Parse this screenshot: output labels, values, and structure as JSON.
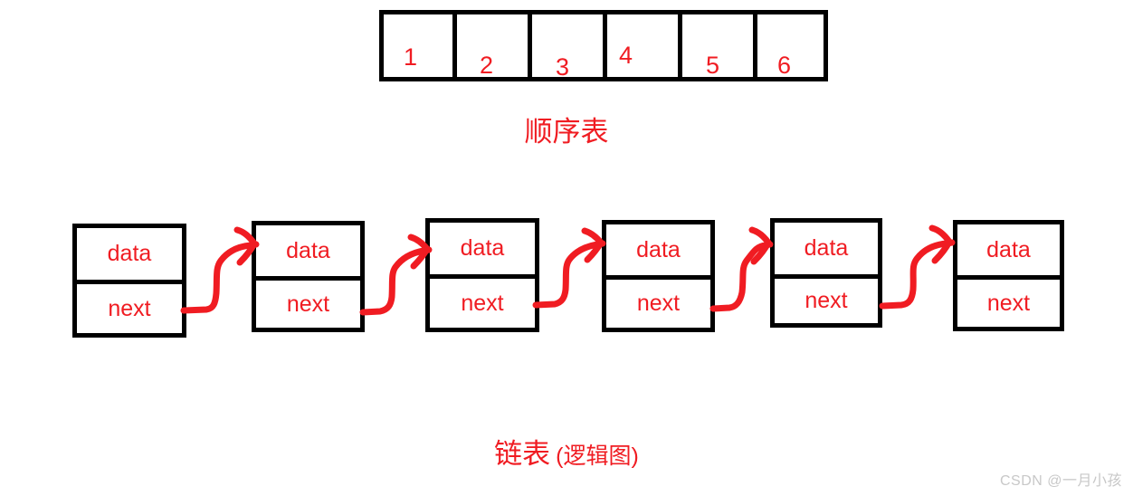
{
  "theme": {
    "ink_red": "#F01C22",
    "ink_black": "#000000",
    "background": "#FFFFFF",
    "watermark_gray": "#C8C8C8"
  },
  "sequential_list": {
    "label": "顺序表",
    "cells": [
      {
        "value": "1"
      },
      {
        "value": "2"
      },
      {
        "value": "3"
      },
      {
        "value": "4"
      },
      {
        "value": "5"
      },
      {
        "value": "6"
      }
    ]
  },
  "linked_list": {
    "label_main": "链表",
    "label_sub": "(逻辑图)",
    "nodes": [
      {
        "data_label": "data",
        "next_label": "next"
      },
      {
        "data_label": "data",
        "next_label": "next"
      },
      {
        "data_label": "data",
        "next_label": "next"
      },
      {
        "data_label": "data",
        "next_label": "next"
      },
      {
        "data_label": "data",
        "next_label": "next"
      },
      {
        "data_label": "data",
        "next_label": "next"
      }
    ],
    "arrow_count": 5
  },
  "watermark": {
    "text": "CSDN @一月小孩"
  }
}
